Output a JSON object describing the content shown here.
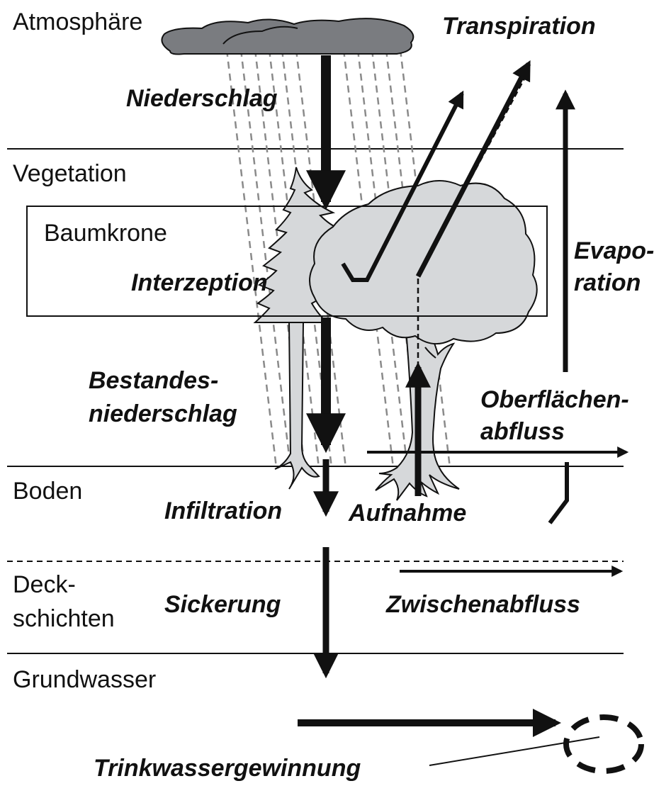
{
  "layers": {
    "atmosphere": "Atmosphäre",
    "vegetation": "Vegetation",
    "canopy": "Baumkrone",
    "soil": "Boden",
    "cover_line1": "Deck-",
    "cover_line2": "schichten",
    "groundwater": "Grundwasser"
  },
  "processes": {
    "precipitation": "Niederschlag",
    "transpiration": "Transpiration",
    "interception": "Interzeption",
    "evaporation_line1": "Evapo-",
    "evaporation_line2": "ration",
    "throughfall_line1": "Bestandes-",
    "throughfall_line2": "niederschlag",
    "runoff_line1": "Oberflächen-",
    "runoff_line2": "abfluss",
    "infiltration": "Infiltration",
    "uptake": "Aufnahme",
    "seepage": "Sickerung",
    "interflow": "Zwischenabfluss",
    "drinking_water": "Trinkwassergewinnung"
  },
  "colors": {
    "cloud": "#7a7c80",
    "tree_fill": "#d6d8da",
    "rain": "#8a8a8a",
    "ink": "#111111"
  },
  "icons": {
    "cloud": "cloud-icon",
    "conifer": "conifer-tree-icon",
    "broadleaf": "broadleaf-tree-icon",
    "well": "well-ellipse-icon"
  }
}
